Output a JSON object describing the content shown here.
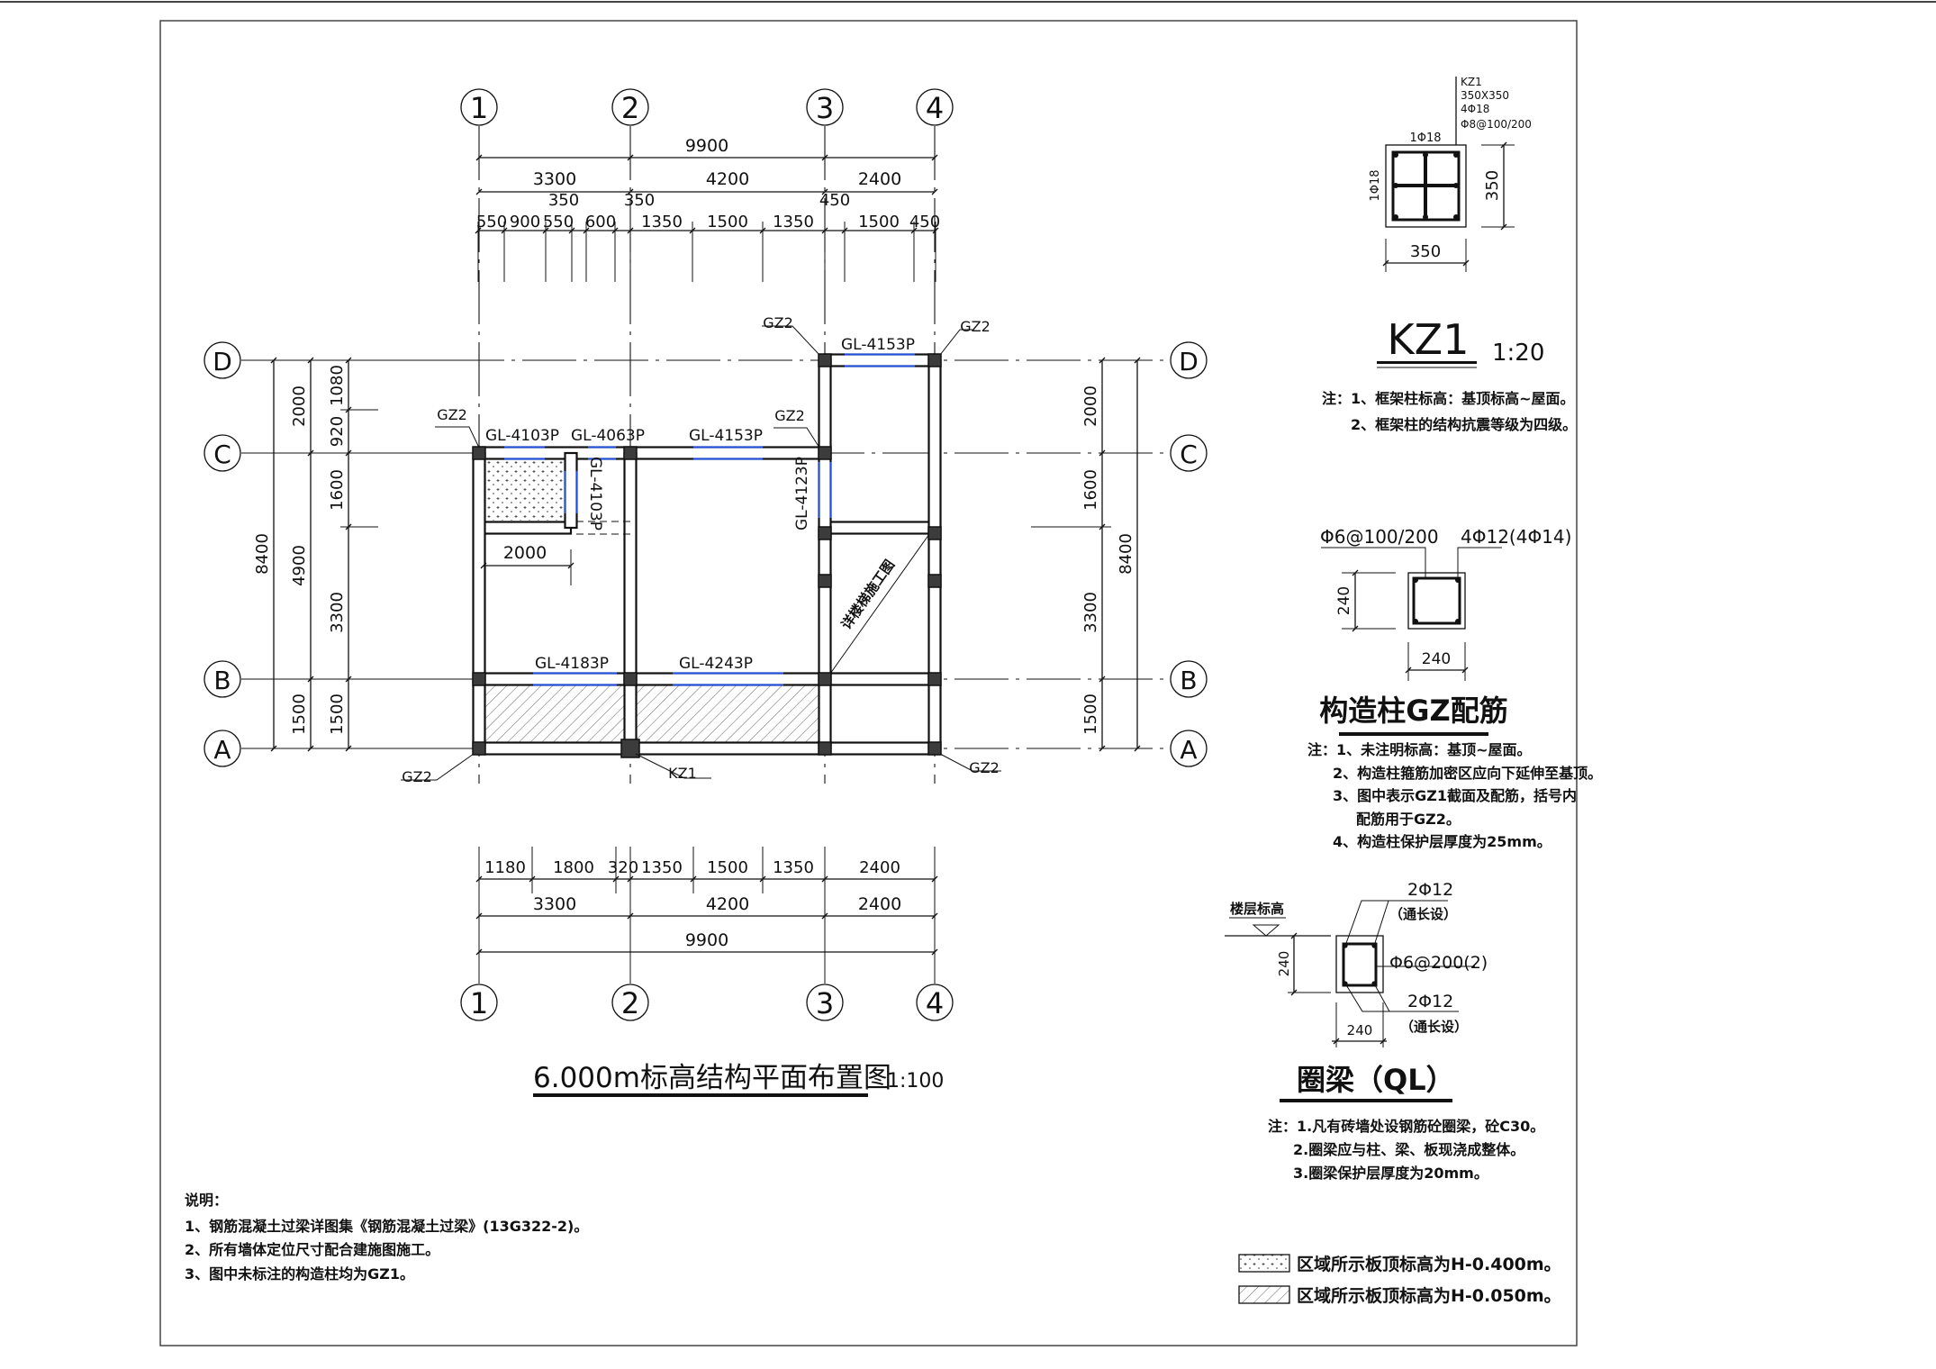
{
  "plan": {
    "title": "6.000m标高结构平面布置图",
    "scale": "1:100",
    "axes_x": [
      "1",
      "2",
      "3",
      "4"
    ],
    "axes_y": [
      "D",
      "C",
      "B",
      "A"
    ],
    "top_dims": {
      "total": "9900",
      "bays": [
        "3300",
        "4200",
        "2400"
      ],
      "detail": [
        "550",
        "900",
        "550",
        "350",
        "600",
        "350",
        "1350",
        "1500",
        "1350",
        "450",
        "1500",
        "450"
      ]
    },
    "bottom_dims": {
      "detail": [
        "1180",
        "1800",
        "320",
        "1350",
        "1500",
        "1350",
        "2400"
      ],
      "bays": [
        "3300",
        "4200",
        "2400"
      ],
      "total": "9900"
    },
    "left_dims": {
      "total": "8400",
      "mid": [
        "2000",
        "4900",
        "1500"
      ],
      "detail": [
        "1080",
        "920",
        "1600",
        "3300",
        "1500"
      ]
    },
    "right_dims": {
      "detail": [
        "2000",
        "1600",
        "3300",
        "1500"
      ],
      "total": "8400"
    },
    "column_labels": [
      "GZ2",
      "GZ2",
      "GZ2",
      "GZ2",
      "GZ2",
      "KZ1",
      "GZ2"
    ],
    "lintels": [
      "GL-4153P",
      "GL-4103P",
      "GL-4063P",
      "GL-4153P",
      "GL-4103P",
      "GL-4123P",
      "GL-4183P",
      "GL-4243P"
    ],
    "inner_dim": "2000",
    "stair_note": "详楼梯施工图"
  },
  "kz1": {
    "callout": [
      "KZ1",
      "350X350",
      "4Φ18",
      "Φ8@100/200"
    ],
    "top_bar": "1Φ18",
    "side_bar": "1Φ18",
    "dim_h": "350",
    "dim_v": "350",
    "title": "KZ1",
    "scale": "1:20",
    "notes": [
      "注：1、框架柱标高：基顶标高~屋面。",
      "2、框架柱的结构抗震等级为四级。"
    ]
  },
  "gz": {
    "stirrup": "Φ6@100/200",
    "bars": "4Φ12(4Φ14)",
    "dim_v": "240",
    "dim_h": "240",
    "title": "构造柱GZ配筋",
    "notes": [
      "注：1、未注明标高：基顶~屋面。",
      "2、构造柱箍筋加密区应向下延伸至基顶。",
      "3、图中表示GZ1截面及配筋，括号内",
      "配筋用于GZ2。",
      "4、构造柱保护层厚度为25mm。"
    ]
  },
  "ql": {
    "level_label": "楼层标高",
    "top_bars": "2Φ12",
    "top_note": "（通长设）",
    "stirrup": "Φ6@200(2)",
    "bottom_bars": "2Φ12",
    "bottom_note": "（通长设）",
    "dim_v": "240",
    "dim_h": "240",
    "title": "圈梁（QL）",
    "notes": [
      "注：1.凡有砖墙处设钢筋砼圈梁，砼C30。",
      "2.圈梁应与柱、梁、板现浇成整体。",
      "3.圈梁保护层厚度为20mm。"
    ]
  },
  "legend": [
    {
      "pattern": "dots",
      "label": "区域所示板顶标高为H-0.400m。"
    },
    {
      "pattern": "hatch",
      "label": "区域所示板顶标高为H-0.050m。"
    }
  ],
  "general_notes": {
    "heading": "说明：",
    "items": [
      "1、钢筋混凝土过梁详图集《钢筋混凝土过梁》(13G322-2)。",
      "2、所有墙体定位尺寸配合建施图施工。",
      "3、图中未标注的构造柱均为GZ1。"
    ]
  },
  "colors": {
    "lintel": "#1f4fe0",
    "column": "#3c3c3c"
  }
}
